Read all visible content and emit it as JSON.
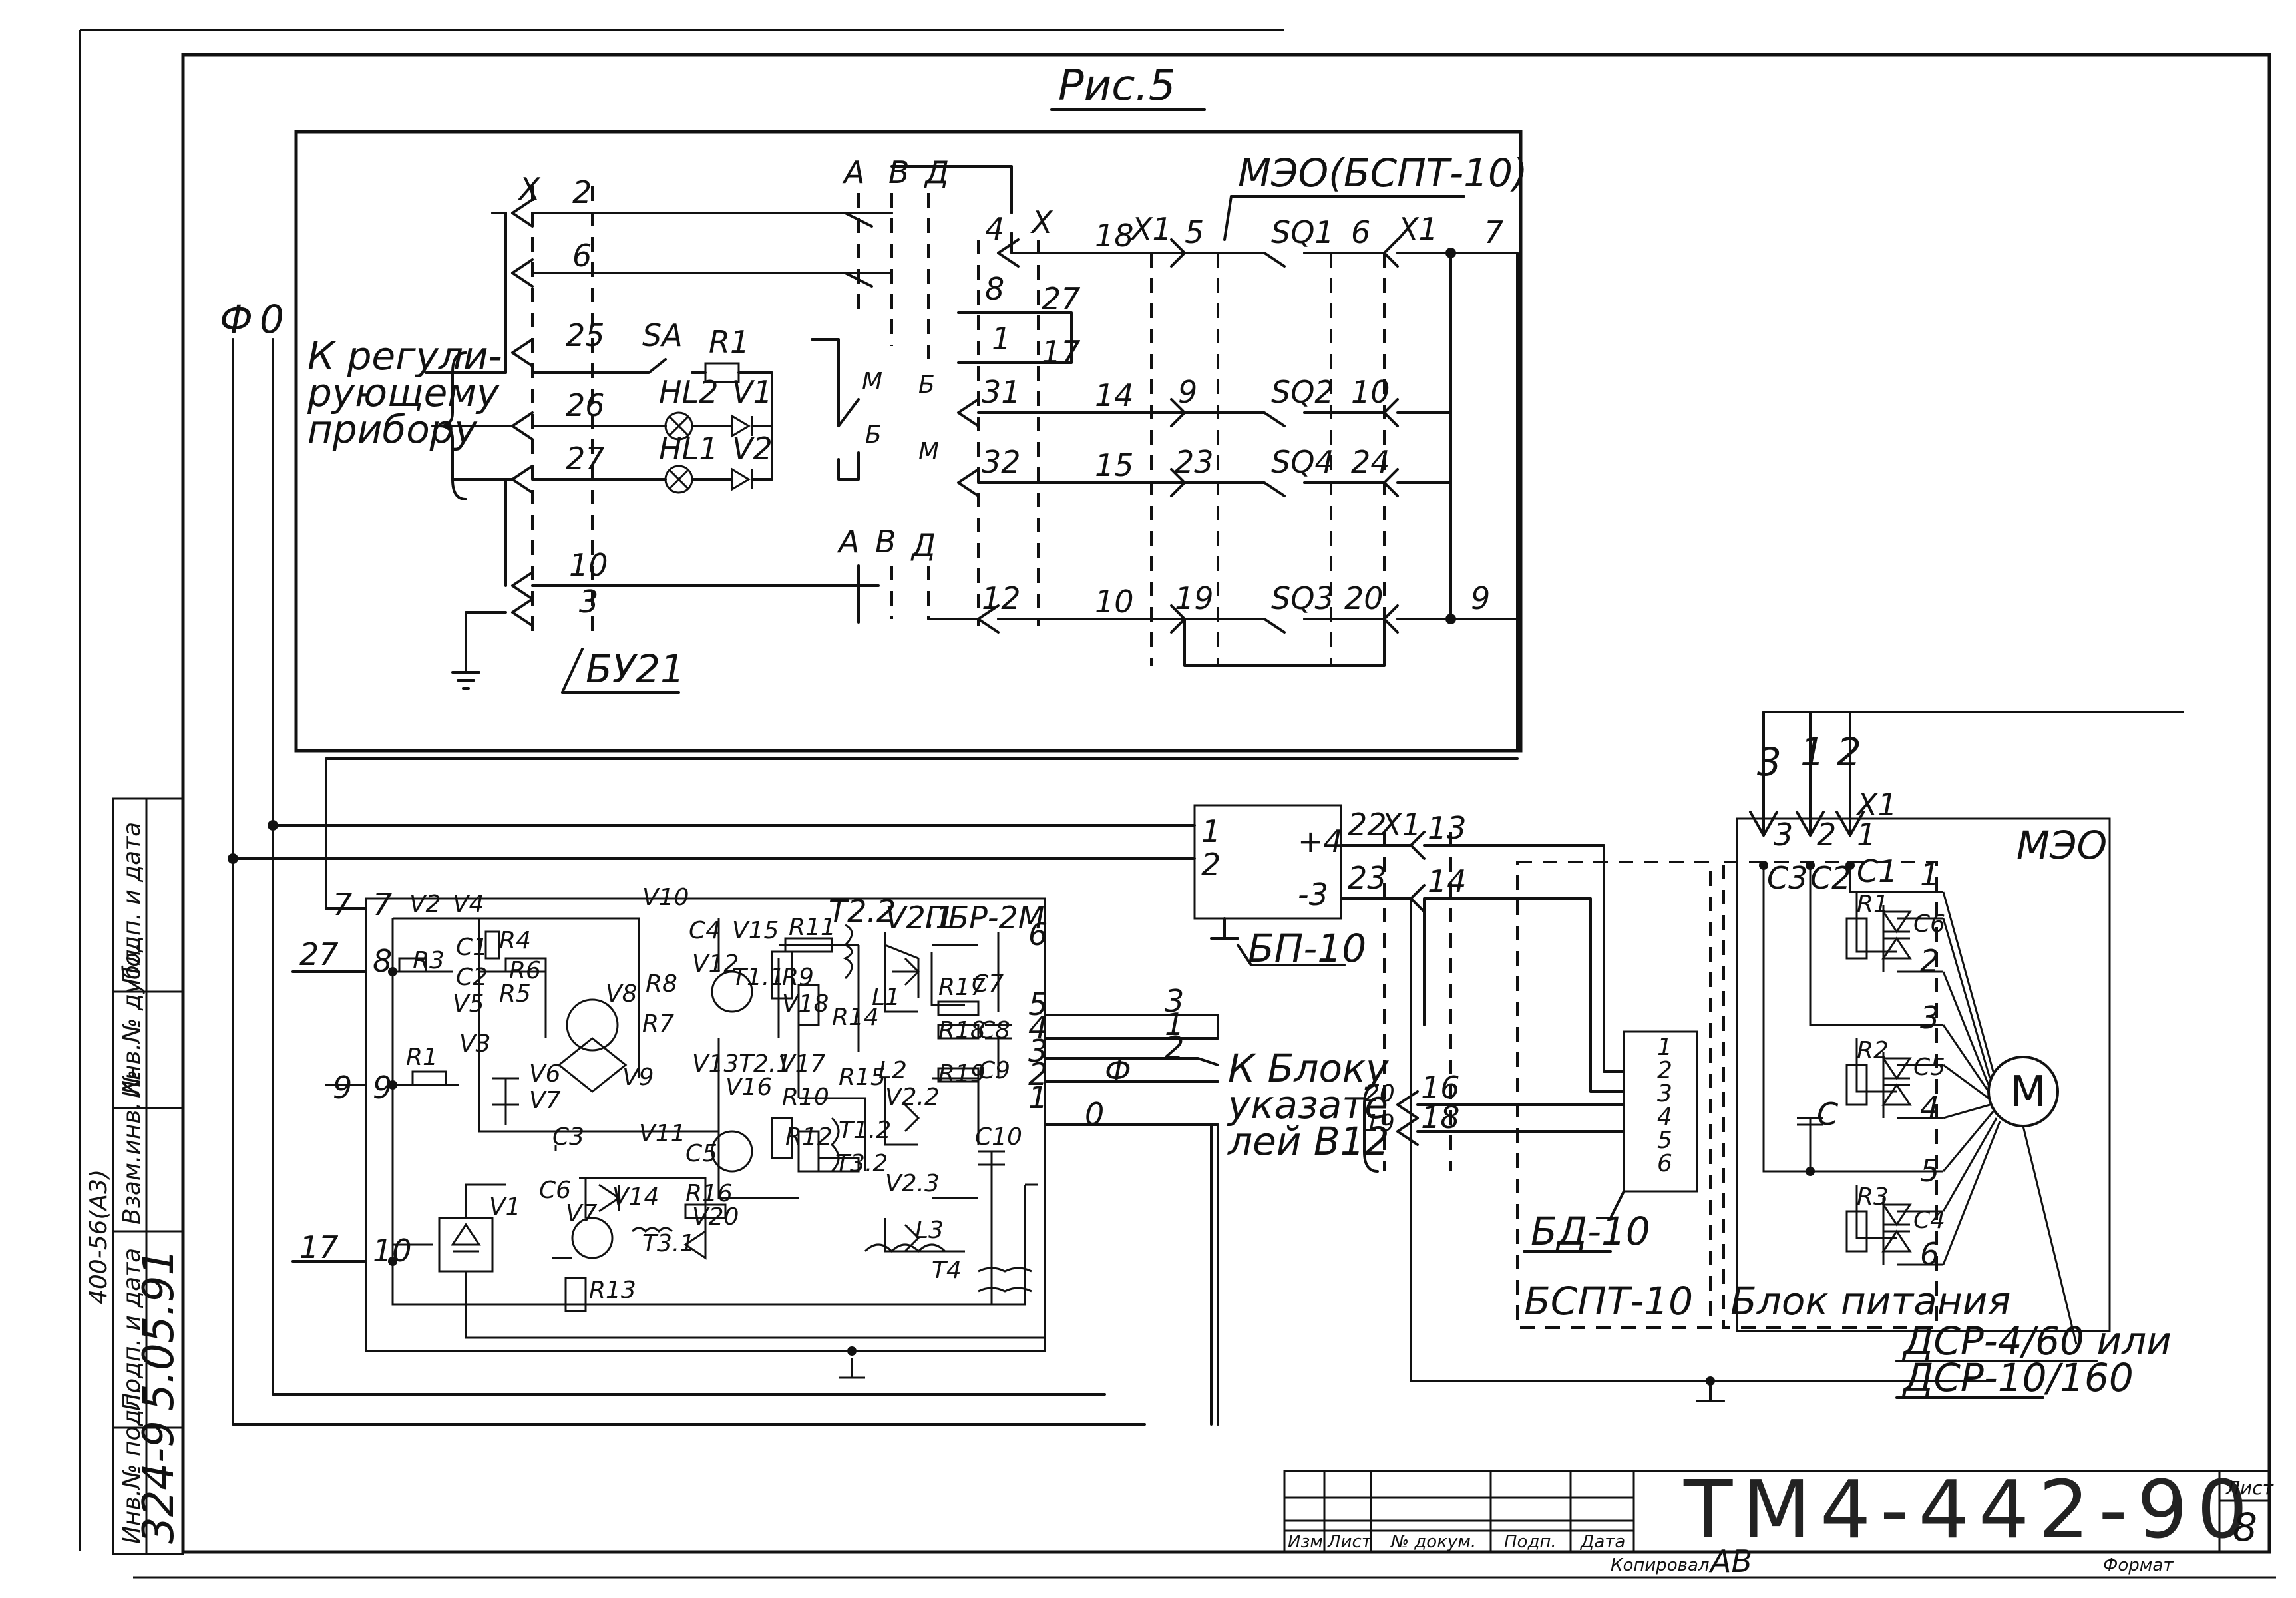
{
  "title": "Рис.5",
  "doc_code": "ТМ4-442-90",
  "sheet": {
    "label": "Лист",
    "number": "8"
  },
  "title_block": {
    "izm": "Изм",
    "list": "Лист",
    "doc": "№ докум.",
    "sign": "Подп.",
    "date": "Дата"
  },
  "copied": "Копировал",
  "format": "Формат",
  "signature": "AB",
  "side_stamp": {
    "inv_podl": "Инв.№ подл.",
    "podp_data": "Подп. и дата",
    "vzam_inv": "Взам.инв. №",
    "podp_data2": "Подп. и дата",
    "inv_dubl": "Инв.№ дубл.",
    "value_a": "324-9",
    "value_b": "5.05.91",
    "ref": "400-56(А3)"
  },
  "blocks": {
    "bu21": "БУ21",
    "meo_bspt": "МЭО(БСПТ-10)",
    "pbr": "ПБР-2М",
    "bp10": "БП-10",
    "bd10": "БД-10",
    "bspt10": "БСПТ-10",
    "blok_pit": "Блок питания",
    "meo": "МЭО",
    "dsr": "ДСР-4/60 или",
    "dsr2": "ДСР-10/160",
    "to_reg_1": "К регули-",
    "to_reg_2": "рующему",
    "to_reg_3": "прибору",
    "to_ind_1": "К Блоку",
    "to_ind_2": "указате",
    "to_ind_3": "лей В12",
    "motor": "M"
  },
  "labels": {
    "phi": "Ф",
    "zero": "0",
    "X": "X",
    "X1": "X1",
    "SA": "SA",
    "R1": "R1",
    "HL1": "HL1",
    "HL2": "HL2",
    "V1": "V1",
    "V2": "V2",
    "A": "А",
    "B": "В",
    "D": "Д",
    "M": "М",
    "B2": "Б",
    "SQ1": "SQ1",
    "SQ2": "SQ2",
    "SQ3": "SQ3",
    "SQ4": "SQ4",
    "pins_left": [
      "2",
      "6",
      "25",
      "26",
      "27",
      "10",
      "3"
    ],
    "pins_mid": [
      "4",
      "8",
      "1",
      "31",
      "32",
      "12"
    ],
    "pins_mid2": [
      "27",
      "17"
    ],
    "wires": [
      "18",
      "14",
      "15",
      "10"
    ],
    "pins_meo": [
      "5",
      "6",
      "9",
      "10",
      "23",
      "24",
      "19",
      "20"
    ],
    "n7": "7",
    "n9": "9",
    "pbr_pins": [
      "7",
      "8",
      "9",
      "10",
      "27",
      "17",
      "6",
      "5",
      "4",
      "3",
      "2",
      "1"
    ],
    "pbr_parts": [
      "V2",
      "V4",
      "R4",
      "R3",
      "C1",
      "C2",
      "R6",
      "R5",
      "V5",
      "V3",
      "R1",
      "V6",
      "V7",
      "V8",
      "V9",
      "C3",
      "R8",
      "R7",
      "V10",
      "C4",
      "V15",
      "V12",
      "T1.1",
      "R11",
      "R9",
      "V18",
      "R14",
      "T2.2",
      "V2.1",
      "L1",
      "R17",
      "C7",
      "R18",
      "C8",
      "R19",
      "C9",
      "T2.1",
      "V17",
      "R10",
      "R12",
      "V13",
      "V16",
      "V11",
      "C5",
      "R15",
      "T1.2",
      "L2",
      "V2.2",
      "T3.2",
      "V2.3",
      "L3",
      "C10",
      "T4",
      "C6",
      "V7",
      "V14",
      "R16",
      "T3.1",
      "V20",
      "R13",
      "V1"
    ],
    "bp_pins": [
      "1",
      "2",
      "+4",
      "-3",
      "22",
      "23"
    ],
    "bspt_pins": [
      "13",
      "14",
      "16",
      "18",
      "20",
      "19"
    ],
    "bd_pins": [
      "1",
      "2",
      "3",
      "4",
      "5",
      "6"
    ],
    "meo_pins": [
      "3",
      "2",
      "1",
      "C3",
      "C2",
      "C1",
      "C6",
      "C5",
      "C4",
      "C",
      "R1",
      "R2",
      "R3",
      "1",
      "2",
      "3",
      "4",
      "5",
      "6"
    ],
    "wire_nums": [
      "3",
      "2",
      "1",
      "3",
      "1",
      "2"
    ],
    "phi_out": "Ф",
    "zero_out": "0"
  }
}
